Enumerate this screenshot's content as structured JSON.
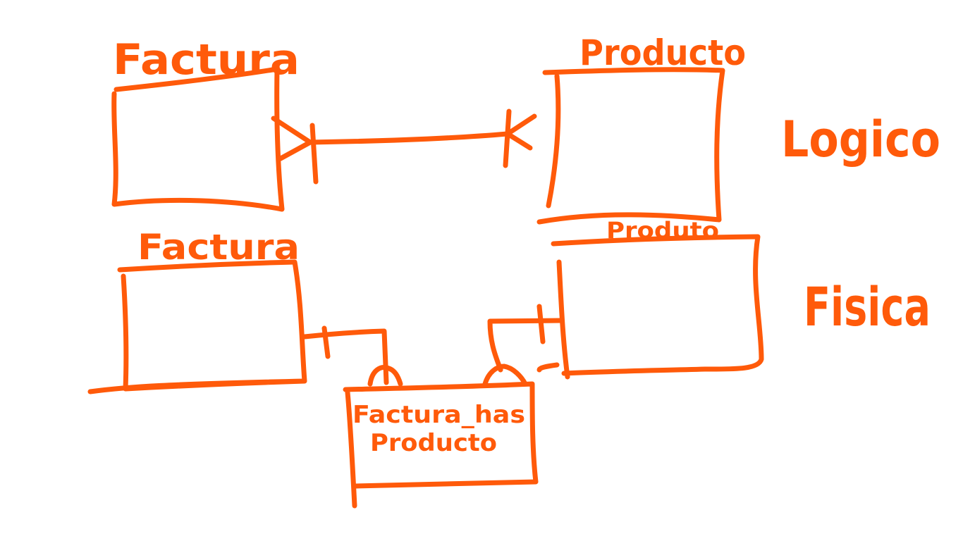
{
  "ink_color": "#FF5A0A",
  "background": "#FFFFFF",
  "logical_model": {
    "label": "Logico",
    "entity_left": "Factura",
    "entity_right": "Producto"
  },
  "physical_model": {
    "label": "Fisica",
    "entity_left": "Factura",
    "entity_right": "Produto",
    "join_table": {
      "line1": "Factura_has",
      "line2": "Producto"
    }
  }
}
